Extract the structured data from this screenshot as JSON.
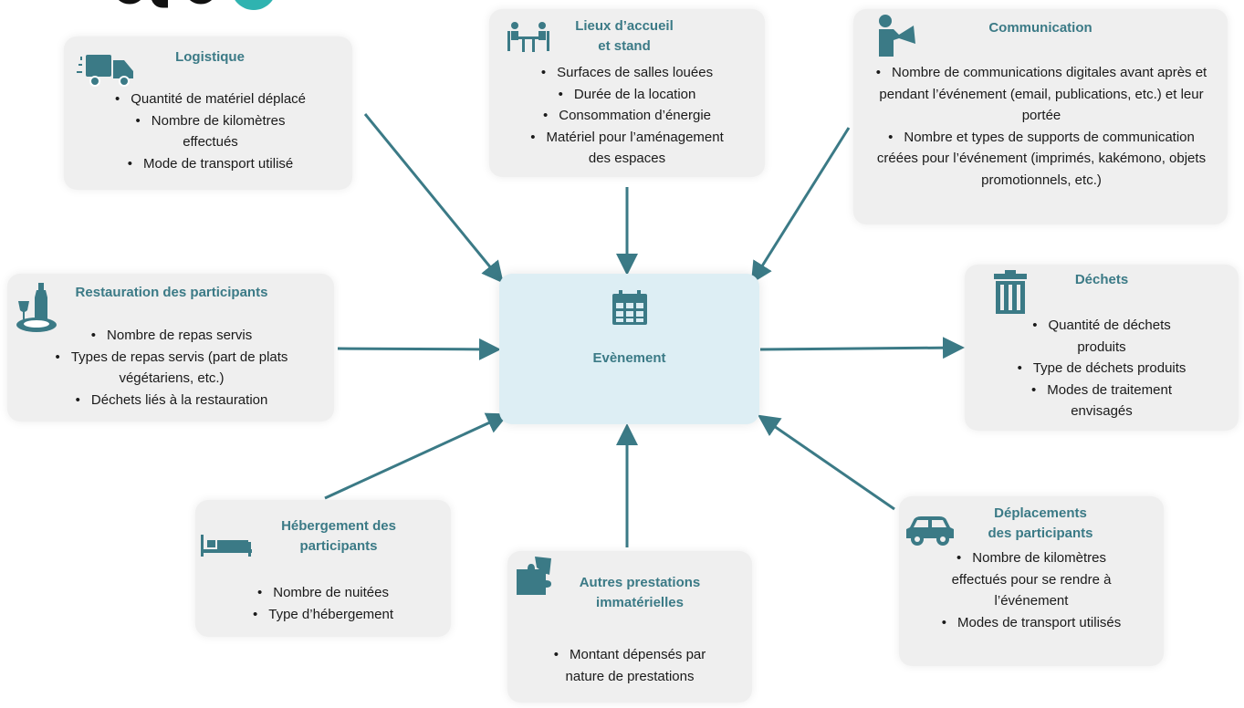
{
  "colors": {
    "accent": "#3b7a86",
    "card": "#efefef",
    "center": "#ddeef4",
    "arrow": "#3b7a86"
  },
  "center": {
    "label": "Evènement",
    "icon": "calendar-icon"
  },
  "logistique": {
    "title": "Logistique",
    "icon": "truck-icon",
    "items": [
      "Quantité de matériel déplacé",
      "Nombre de kilomètres effectués",
      "Mode de transport utilisé"
    ]
  },
  "lieux": {
    "title": "Lieux d’accueil et stand",
    "icon": "meeting-table-icon",
    "items": [
      "Surfaces de salles louées",
      "Durée de la location",
      "Consommation d’énergie",
      "Matériel pour l’aménagement des espaces"
    ]
  },
  "communication": {
    "title": "Communication",
    "icon": "megaphone-person-icon",
    "items": [
      "Nombre de communications digitales avant après et pendant l’événement (email, publications, etc.) et leur portée",
      "Nombre et types de supports de communication créées pour l’événement (imprimés, kakémono, objets promotionnels, etc.)"
    ]
  },
  "restauration": {
    "title": "Restauration des participants",
    "icon": "wine-plate-icon",
    "items": [
      "Nombre de repas servis",
      "Types de repas servis (part de plats végétariens, etc.)",
      "Déchets liés à la restauration"
    ]
  },
  "dechets": {
    "title": "Déchets",
    "icon": "trash-bin-icon",
    "items": [
      "Quantité de déchets produits",
      "Type de déchets produits",
      "Modes de traitement envisagés"
    ]
  },
  "hebergement": {
    "title": "Hébergement des participants",
    "icon": "bed-icon",
    "items": [
      "Nombre de nuitées",
      "Type d’hébergement"
    ]
  },
  "autres": {
    "title": "Autres prestations immatérielles",
    "icon": "puzzle-icon",
    "items": [
      "Montant dépensés par nature de prestations"
    ]
  },
  "deplacements": {
    "title": "Déplacements des participants",
    "icon": "car-icon",
    "items": [
      "Nombre de kilomètres effectués pour se rendre à l’événement",
      "Modes de transport utilisés"
    ]
  }
}
